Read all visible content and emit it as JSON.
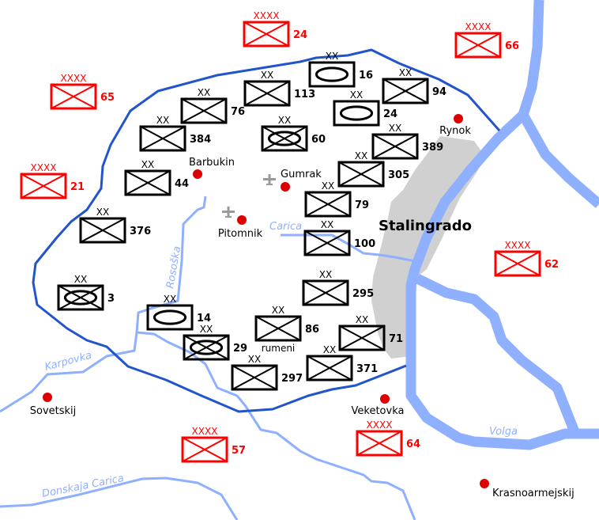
{
  "colors": {
    "soviet": "#ff0000",
    "axis": "#000000",
    "front": "#2255cc",
    "river": "#8fb0ff",
    "city_area": "#d0d0d0",
    "town": "#dd0000"
  },
  "city": {
    "name": "Stalingrado"
  },
  "towns": [
    "Barbukin",
    "Gumrak",
    "Pitomnik",
    "Rynok",
    "Sovetskij",
    "Veketovka",
    "Krasnoarmejskij"
  ],
  "rivers": [
    "Carica",
    "Rosoška",
    "Karpovka",
    "Donskaja Carica",
    "Volga"
  ],
  "echelons": {
    "army": "XXXX",
    "division": "XX"
  },
  "soviet_armies": [
    "24",
    "66",
    "65",
    "21",
    "62",
    "57",
    "64"
  ],
  "axis_divisions": [
    {
      "number": "16",
      "type": "panzer"
    },
    {
      "number": "113",
      "type": "infantry"
    },
    {
      "number": "94",
      "type": "infantry"
    },
    {
      "number": "76",
      "type": "infantry"
    },
    {
      "number": "24",
      "type": "panzer"
    },
    {
      "number": "60",
      "type": "motorized"
    },
    {
      "number": "389",
      "type": "infantry"
    },
    {
      "number": "384",
      "type": "infantry"
    },
    {
      "number": "305",
      "type": "infantry"
    },
    {
      "number": "44",
      "type": "infantry"
    },
    {
      "number": "79",
      "type": "infantry"
    },
    {
      "number": "376",
      "type": "infantry"
    },
    {
      "number": "100",
      "type": "infantry"
    },
    {
      "number": "3",
      "type": "motorized"
    },
    {
      "number": "295",
      "type": "infantry"
    },
    {
      "number": "14",
      "type": "panzer"
    },
    {
      "number": "86",
      "type": "infantry",
      "note": "rumeni"
    },
    {
      "number": "29",
      "type": "motorized"
    },
    {
      "number": "71",
      "type": "infantry"
    },
    {
      "number": "371",
      "type": "infantry"
    },
    {
      "number": "297",
      "type": "infantry"
    }
  ],
  "icons": [
    "airfield-icon",
    "airfield-icon"
  ]
}
